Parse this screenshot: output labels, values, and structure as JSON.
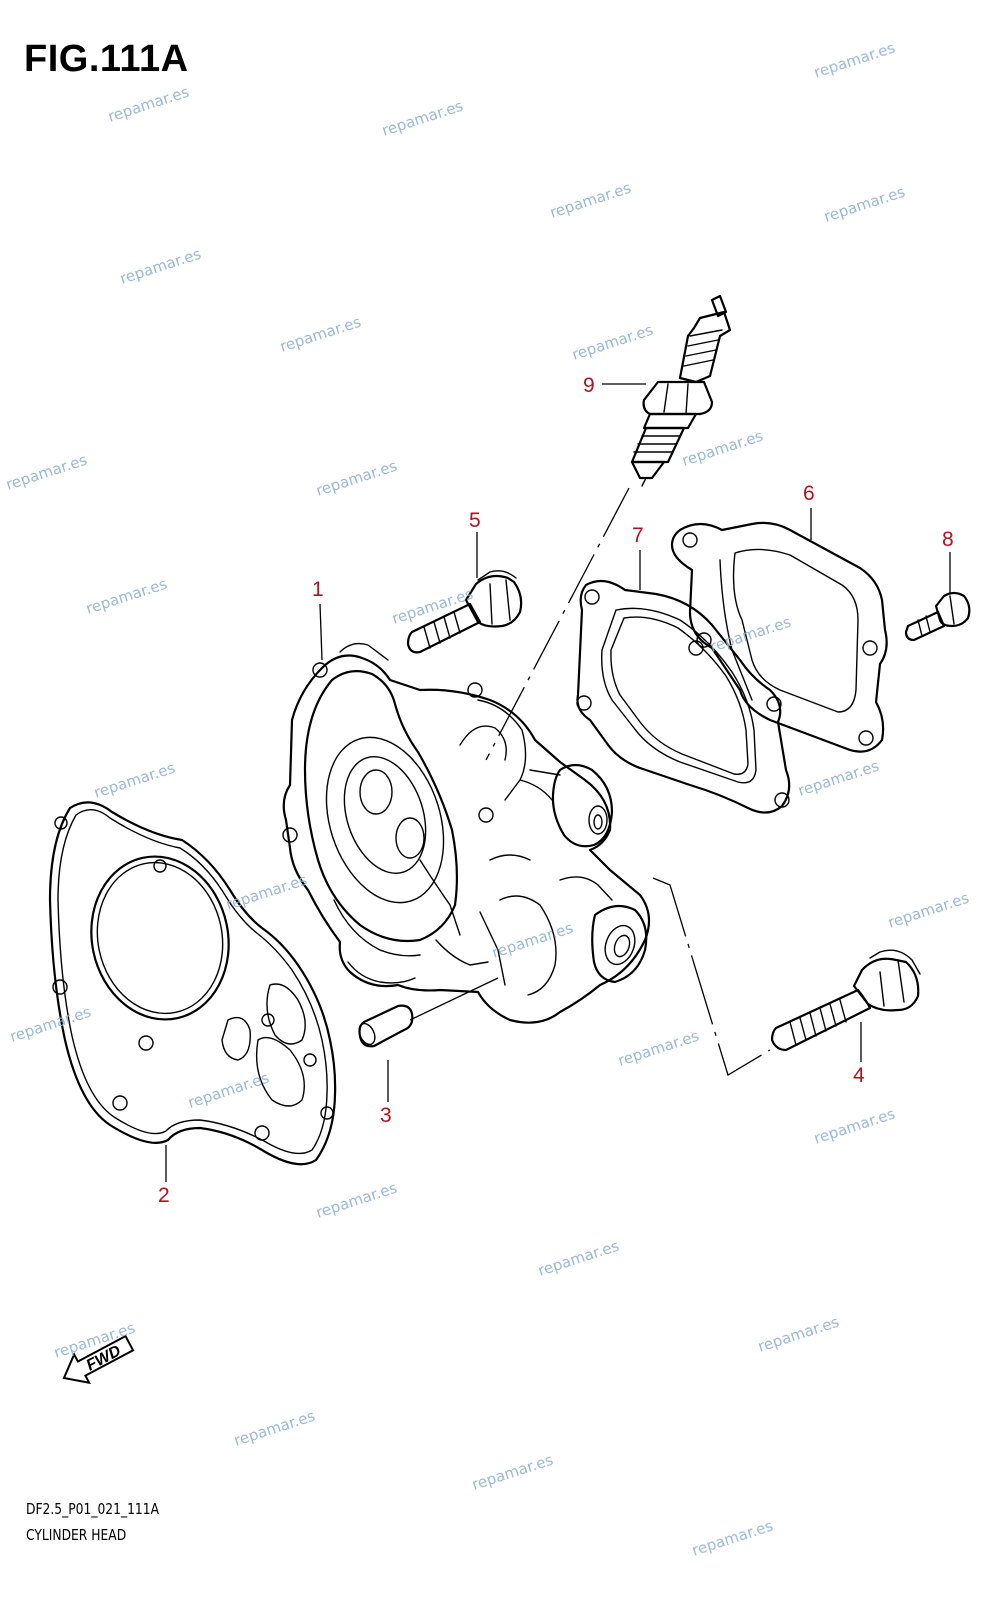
{
  "figure": {
    "title": "FIG.111A",
    "code": "DF2.5_P01_021_111A",
    "name": "CYLINDER HEAD"
  },
  "fwd_label": "FWD",
  "watermark": {
    "text": "repamar.es",
    "color": "#8fb0d8"
  },
  "callouts": {
    "c1": "1",
    "c2": "2",
    "c3": "3",
    "c4": "4",
    "c5": "5",
    "c6": "6",
    "c7": "7",
    "c8": "8",
    "c9": "9"
  },
  "colors": {
    "callout": "#b3121b",
    "line": "#000000"
  }
}
